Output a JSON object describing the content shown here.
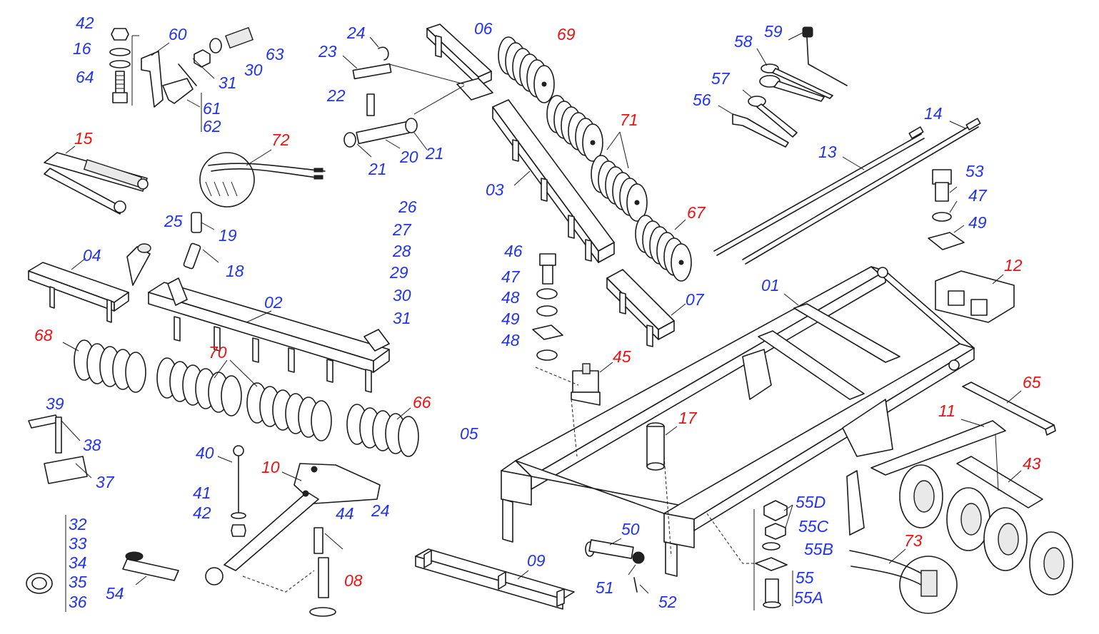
{
  "colors": {
    "blue": "#2233ee",
    "red": "#ee1111",
    "line": "#1a1a1a"
  },
  "callouts": {
    "c01": {
      "text": "01",
      "color": "blue"
    },
    "c02": {
      "text": "02",
      "color": "blue"
    },
    "c03": {
      "text": "03",
      "color": "blue"
    },
    "c04": {
      "text": "04",
      "color": "blue"
    },
    "c05": {
      "text": "05",
      "color": "blue"
    },
    "c06": {
      "text": "06",
      "color": "blue"
    },
    "c07": {
      "text": "07",
      "color": "blue"
    },
    "c08": {
      "text": "08",
      "color": "red"
    },
    "c09": {
      "text": "09",
      "color": "blue"
    },
    "c10": {
      "text": "10",
      "color": "red"
    },
    "c11": {
      "text": "11",
      "color": "red"
    },
    "c12": {
      "text": "12",
      "color": "red"
    },
    "c13": {
      "text": "13",
      "color": "blue"
    },
    "c14": {
      "text": "14",
      "color": "blue"
    },
    "c15": {
      "text": "15",
      "color": "red"
    },
    "c16": {
      "text": "16",
      "color": "blue"
    },
    "c17": {
      "text": "17",
      "color": "red"
    },
    "c18": {
      "text": "18",
      "color": "blue"
    },
    "c19": {
      "text": "19",
      "color": "blue"
    },
    "c20": {
      "text": "20",
      "color": "blue"
    },
    "c21a": {
      "text": "21",
      "color": "blue"
    },
    "c21b": {
      "text": "21",
      "color": "blue"
    },
    "c22": {
      "text": "22",
      "color": "blue"
    },
    "c23": {
      "text": "23",
      "color": "blue"
    },
    "c24a": {
      "text": "24",
      "color": "blue"
    },
    "c24b": {
      "text": "24",
      "color": "blue"
    },
    "c25": {
      "text": "25",
      "color": "blue"
    },
    "c26": {
      "text": "26",
      "color": "blue"
    },
    "c27": {
      "text": "27",
      "color": "blue"
    },
    "c28": {
      "text": "28",
      "color": "blue"
    },
    "c29": {
      "text": "29",
      "color": "blue"
    },
    "c30a": {
      "text": "30",
      "color": "blue"
    },
    "c30b": {
      "text": "30",
      "color": "blue"
    },
    "c31a": {
      "text": "31",
      "color": "blue"
    },
    "c31b": {
      "text": "31",
      "color": "blue"
    },
    "c32": {
      "text": "32",
      "color": "blue"
    },
    "c33": {
      "text": "33",
      "color": "blue"
    },
    "c34": {
      "text": "34",
      "color": "blue"
    },
    "c35": {
      "text": "35",
      "color": "blue"
    },
    "c36": {
      "text": "36",
      "color": "blue"
    },
    "c37": {
      "text": "37",
      "color": "blue"
    },
    "c38": {
      "text": "38",
      "color": "blue"
    },
    "c39": {
      "text": "39",
      "color": "blue"
    },
    "c40": {
      "text": "40",
      "color": "blue"
    },
    "c41": {
      "text": "41",
      "color": "blue"
    },
    "c42a": {
      "text": "42",
      "color": "blue"
    },
    "c42b": {
      "text": "42",
      "color": "blue"
    },
    "c43": {
      "text": "43",
      "color": "red"
    },
    "c44": {
      "text": "44",
      "color": "blue"
    },
    "c45": {
      "text": "45",
      "color": "red"
    },
    "c46": {
      "text": "46",
      "color": "blue"
    },
    "c47a": {
      "text": "47",
      "color": "blue"
    },
    "c47b": {
      "text": "47",
      "color": "blue"
    },
    "c48a": {
      "text": "48",
      "color": "blue"
    },
    "c48b": {
      "text": "48",
      "color": "blue"
    },
    "c49a": {
      "text": "49",
      "color": "blue"
    },
    "c49b": {
      "text": "49",
      "color": "blue"
    },
    "c50": {
      "text": "50",
      "color": "blue"
    },
    "c51": {
      "text": "51",
      "color": "blue"
    },
    "c52": {
      "text": "52",
      "color": "blue"
    },
    "c53": {
      "text": "53",
      "color": "blue"
    },
    "c54": {
      "text": "54",
      "color": "blue"
    },
    "c55": {
      "text": "55",
      "color": "blue"
    },
    "c55a": {
      "text": "55A",
      "color": "blue"
    },
    "c55b": {
      "text": "55B",
      "color": "blue"
    },
    "c55c": {
      "text": "55C",
      "color": "blue"
    },
    "c55d": {
      "text": "55D",
      "color": "blue"
    },
    "c56": {
      "text": "56",
      "color": "blue"
    },
    "c57": {
      "text": "57",
      "color": "blue"
    },
    "c58": {
      "text": "58",
      "color": "blue"
    },
    "c59": {
      "text": "59",
      "color": "blue"
    },
    "c60": {
      "text": "60",
      "color": "blue"
    },
    "c61": {
      "text": "61",
      "color": "blue"
    },
    "c62": {
      "text": "62",
      "color": "blue"
    },
    "c63": {
      "text": "63",
      "color": "blue"
    },
    "c64": {
      "text": "64",
      "color": "blue"
    },
    "c65": {
      "text": "65",
      "color": "red"
    },
    "c66": {
      "text": "66",
      "color": "red"
    },
    "c67": {
      "text": "67",
      "color": "red"
    },
    "c68": {
      "text": "68",
      "color": "red"
    },
    "c69": {
      "text": "69",
      "color": "red"
    },
    "c70": {
      "text": "70",
      "color": "red"
    },
    "c71": {
      "text": "71",
      "color": "red"
    },
    "c72": {
      "text": "72",
      "color": "red"
    },
    "c73": {
      "text": "73",
      "color": "red"
    }
  }
}
